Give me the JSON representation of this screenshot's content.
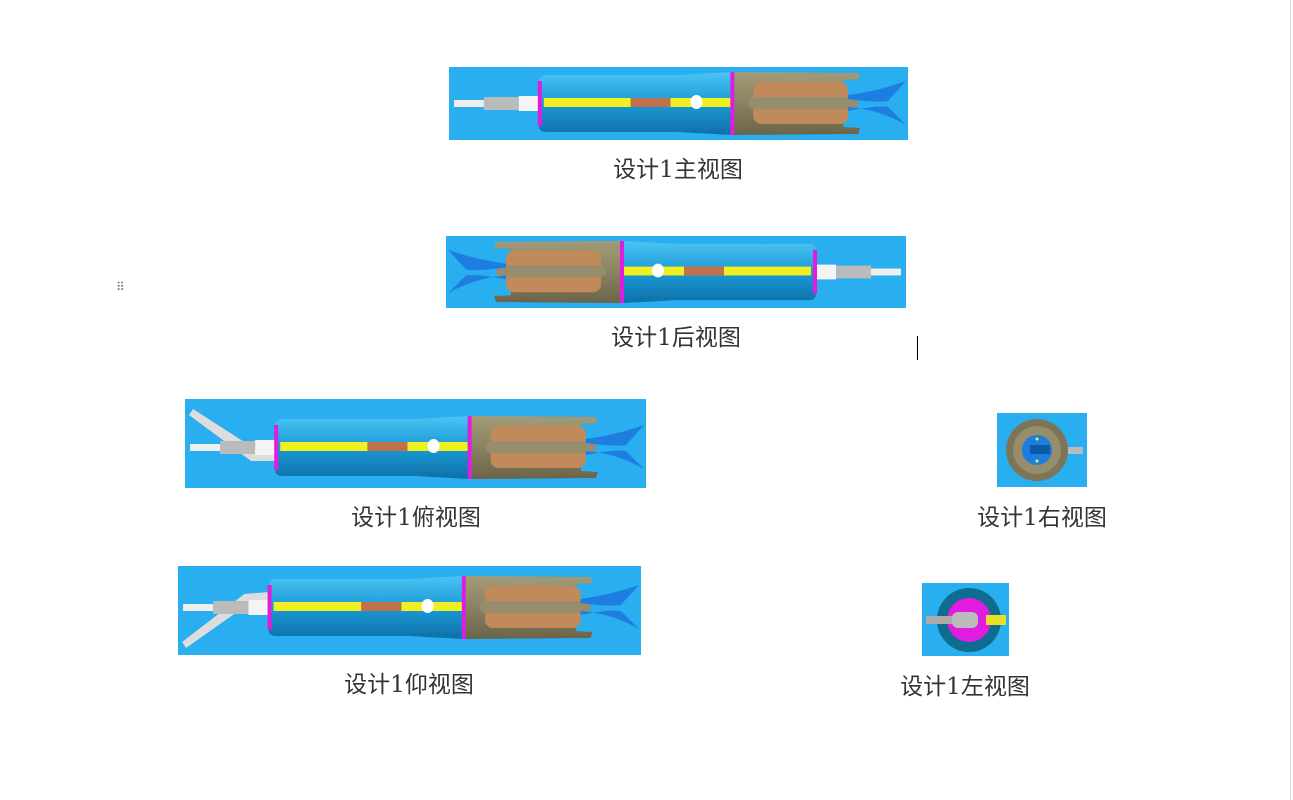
{
  "figures": [
    {
      "caption": "设计1主视图"
    },
    {
      "caption": "设计1后视图"
    },
    {
      "caption": "设计1俯视图"
    },
    {
      "caption": "设计1右视图"
    },
    {
      "caption": "设计1仰视图"
    },
    {
      "caption": "设计1左视图"
    }
  ],
  "icons": {
    "drag_handle": "⠿"
  },
  "colors": {
    "background_blue": "#29aef0",
    "body_blue": "#1d9ad8",
    "ring_magenta": "#e01ce0",
    "collet_khaki": "#8c8464"
  }
}
